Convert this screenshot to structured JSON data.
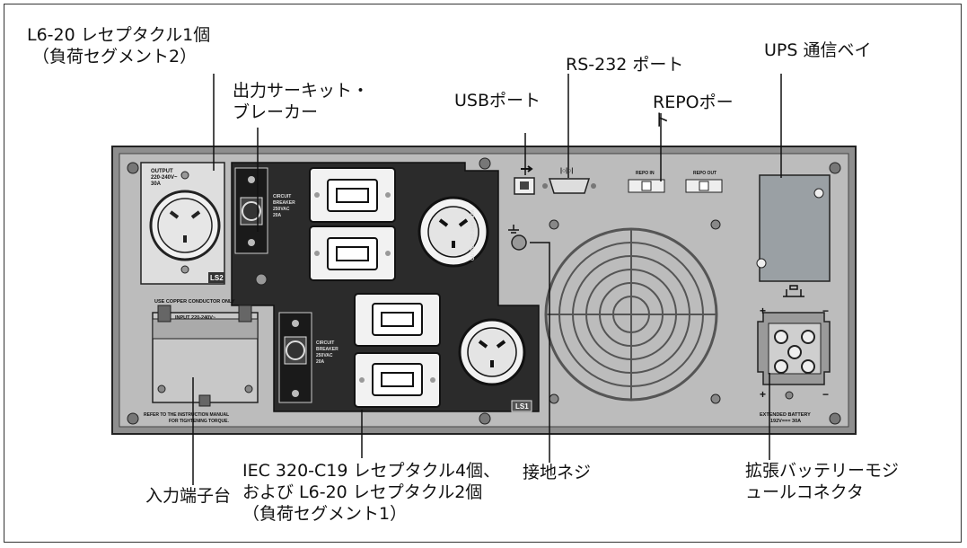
{
  "callouts": {
    "l620_ls2": [
      "L6-20 レセプタクル1個",
      "（負荷セグメント2）"
    ],
    "breaker": [
      "出力サーキット・",
      "ブレーカー"
    ],
    "usb": "USBポート",
    "rs232": "RS-232 ポート",
    "repo": [
      "REPOポー",
      "ト"
    ],
    "ups_bay": "UPS 通信ベイ",
    "input_terminal": "入力端子台",
    "iec": [
      "IEC 320-C19 レセプタクル4個、",
      "および L6-20 レセプタクル2個",
      "（負荷セグメント1）"
    ],
    "ground": "接地ネジ",
    "ext_battery": [
      "拡張バッテリーモジ",
      "ュールコネクタ"
    ]
  },
  "panel_text": {
    "output_rating": [
      "OUTPUT",
      "220-240V~",
      "30A"
    ],
    "ls2": "LS2",
    "ls1": "LS1",
    "breaker_upper": [
      "CIRCUIT",
      "BREAKER",
      "250VAC",
      "20A"
    ],
    "breaker_lower": [
      "CIRCUIT",
      "BREAKER",
      "250VAC",
      "20A"
    ],
    "output_vertical": "OUTPUT 220-240V~ 20A",
    "use_copper": "USE COPPER CONDUCTOR ONLY",
    "input_rating": "INPUT 220-240V~",
    "refer": [
      "REFER TO THE INSTRUCTION MANUAL",
      "FOR TIGHTENING TORQUE."
    ],
    "rs232_mark": "|○|○|",
    "repo_in": "REPO IN",
    "repo_out": "REPO OUT",
    "battery": [
      "EXTENDED BATTERY",
      "192V=== 30A"
    ],
    "plus": "+",
    "minus": "−"
  },
  "colors": {
    "panel": "#b9b9b9",
    "dark_panel": "#2b2b2b",
    "plate": "#dcdcdc",
    "line": "#222222"
  }
}
